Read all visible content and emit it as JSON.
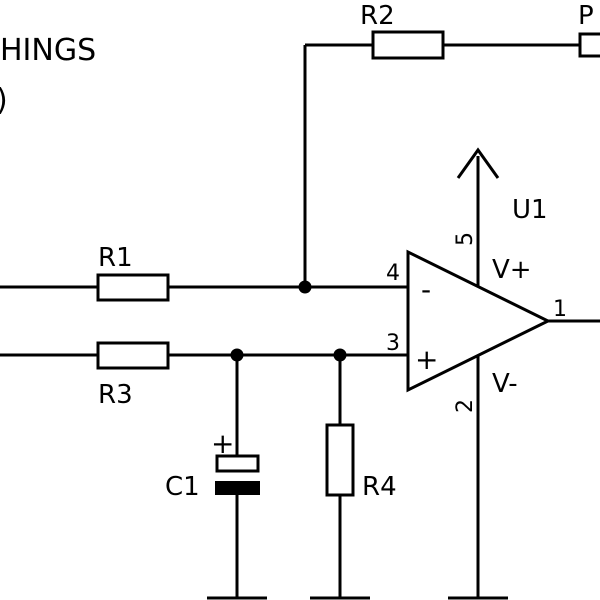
{
  "title": {
    "line1": "HINGS",
    "line2": ")"
  },
  "components": {
    "r1": "R1",
    "r2": "R2",
    "r3": "R3",
    "r4": "R4",
    "c1": "C1",
    "c1_polarity": "+",
    "u1": "U1",
    "offpage_part": "P"
  },
  "opamp": {
    "inverting_sign": "-",
    "noninverting_sign": "+",
    "pin_inverting": "4",
    "pin_noninverting": "3",
    "pin_output": "1",
    "pin_vplus": "5",
    "pin_vminus": "2",
    "vplus_label": "V+",
    "vminus_label": "V-"
  }
}
